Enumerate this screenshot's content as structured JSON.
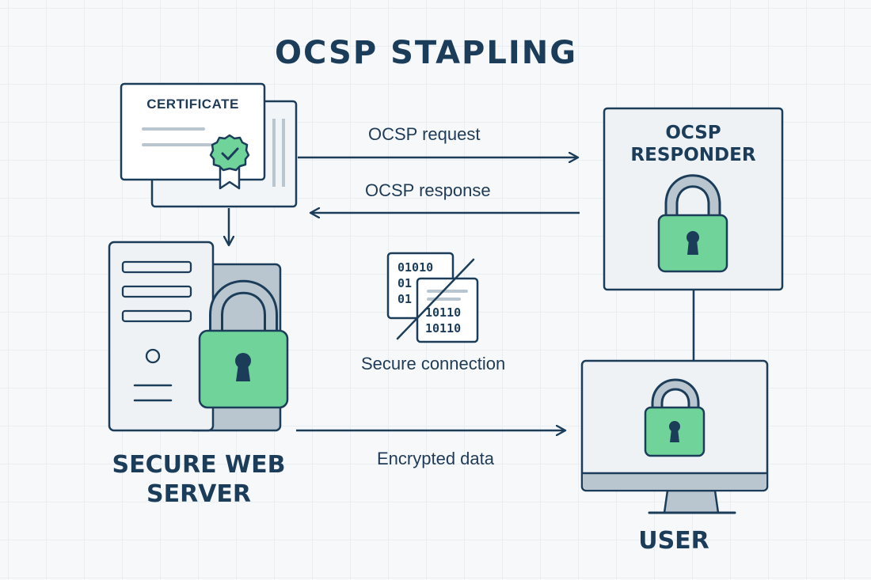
{
  "title": "OCSP STAPLING",
  "certificate": {
    "label": "CERTIFICATE"
  },
  "responder": {
    "line1": "OCSP",
    "line2": "RESPONDER"
  },
  "server": {
    "line1": "SECURE WEB",
    "line2": "SERVER"
  },
  "user": {
    "label": "USER"
  },
  "flows": {
    "request": "OCSP request",
    "response": "OCSP response",
    "encrypted": "Encrypted data"
  },
  "connection": {
    "label": "Secure connection",
    "binary_top": [
      "01010",
      "01",
      "01"
    ],
    "binary_bottom": [
      "10110",
      "10110"
    ]
  },
  "colors": {
    "navy": "#1c3d5a",
    "green": "#6fd39a",
    "panel": "#eef2f5",
    "grey": "#b9c6d0"
  }
}
